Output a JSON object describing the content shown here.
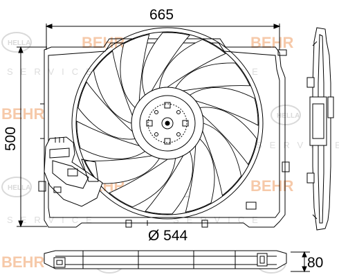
{
  "drawing": {
    "dimensions": {
      "width_label": "665",
      "height_label": "500",
      "diameter_label": "Ø 544",
      "depth_label": "80"
    },
    "watermark": {
      "brand": "BEHR",
      "partner": "HELLA",
      "service": "SERVICE"
    }
  }
}
